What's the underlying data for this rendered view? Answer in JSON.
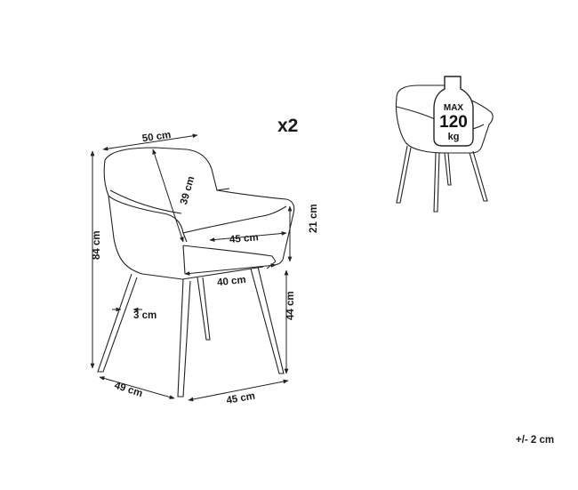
{
  "quantity_label": "x2",
  "tolerance_label": "+/- 2 cm",
  "load_badge": {
    "max": "MAX",
    "value": "120",
    "unit": "kg"
  },
  "dimensions": {
    "top_width": "50 cm",
    "back_depth": "39 cm",
    "seat_depth": "45 cm",
    "armrest_height": "21 cm",
    "seat_width": "40 cm",
    "total_height": "84 cm",
    "leg_thickness": "3 cm",
    "seat_height": "44 cm",
    "depth": "49 cm",
    "width": "45 cm"
  }
}
